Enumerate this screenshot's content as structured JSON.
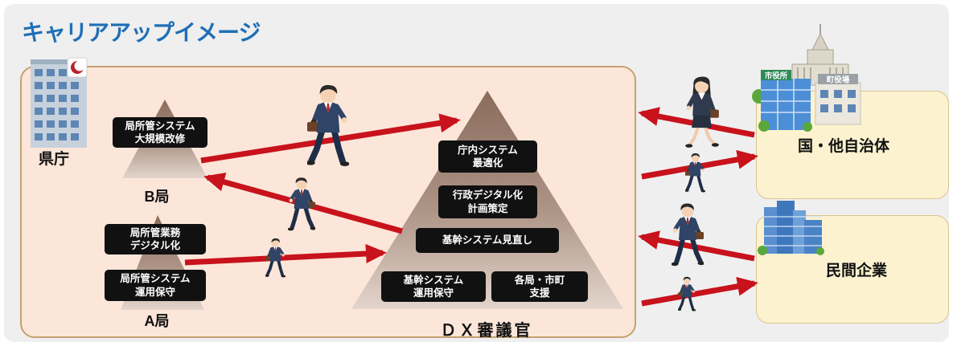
{
  "title": "キャリアアップイメージ",
  "prefecture": {
    "label": "県庁"
  },
  "bureau_b": {
    "label": "B局",
    "boxes": [
      "局所管システム\n大規模改修"
    ]
  },
  "bureau_a": {
    "label": "A局",
    "boxes": [
      "局所管業務\nデジタル化",
      "局所管システム\n運用保守"
    ]
  },
  "dx": {
    "label": "ＤＸ審議官",
    "boxes": [
      "庁内システム\n最適化",
      "行政デジタル化\n計画策定",
      "基幹システム見直し",
      "基幹システム\n運用保守",
      "各局・市町\n支援"
    ]
  },
  "external": {
    "government": {
      "label": "国・他自治体",
      "city_hall_sign": "市役所",
      "town_hall_sign": "町役場"
    },
    "private": {
      "label": "民間企業"
    }
  },
  "colors": {
    "title": "#1f6fb6",
    "arrow": "#c8121c",
    "box": "#111111",
    "main_panel": "#fbe6d9",
    "external_panel": "#fdf2cf"
  }
}
